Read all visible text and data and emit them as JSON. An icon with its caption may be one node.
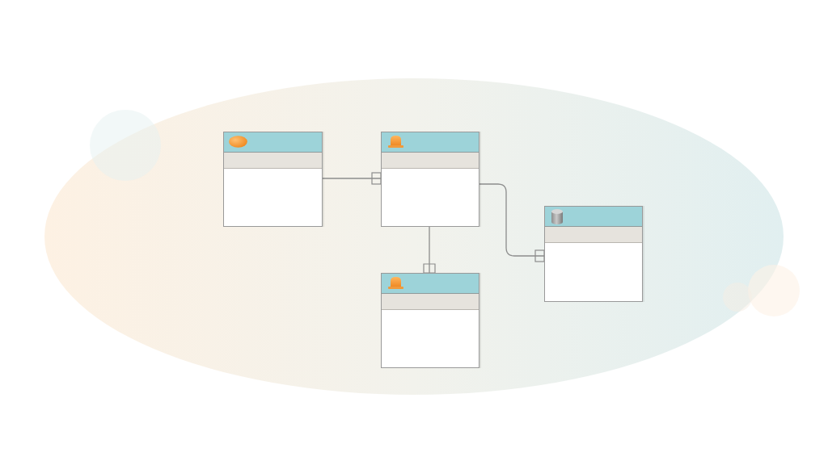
{
  "diagram": {
    "nodes": [
      {
        "text": [],
        "shape": "box"
      },
      {
        "text": [],
        "shape": "box"
      },
      {
        "text": [],
        "shape": "box"
      },
      {
        "text": [],
        "shape": "box"
      }
    ],
    "edges": [
      {
        "from": 0,
        "to": 1,
        "arrow": "other"
      },
      {
        "from": 1,
        "to": 2,
        "arrow": "other"
      },
      {
        "from": 1,
        "to": 3,
        "arrow": "other"
      }
    ]
  }
}
